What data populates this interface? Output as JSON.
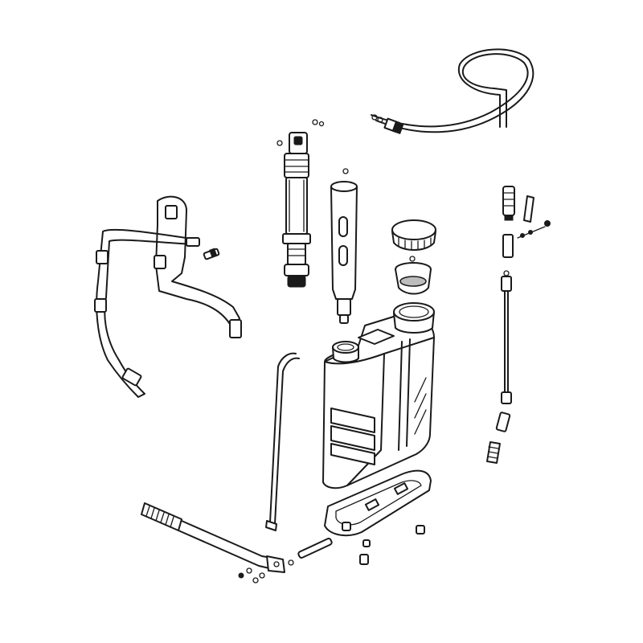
{
  "diagram": {
    "type": "exploded-view",
    "subject": "backpack-sprayer",
    "parts": [
      "wand-hose",
      "pump-assembly",
      "pressure-chamber",
      "tank-lid",
      "filter-basket",
      "tank",
      "shoulder-straps",
      "pump-rod",
      "tank-base",
      "pump-handle",
      "spray-lance",
      "nozzle",
      "trigger-valve",
      "small-fittings"
    ],
    "colors": {
      "line": "#1a1a1a",
      "background": "#ffffff"
    }
  }
}
